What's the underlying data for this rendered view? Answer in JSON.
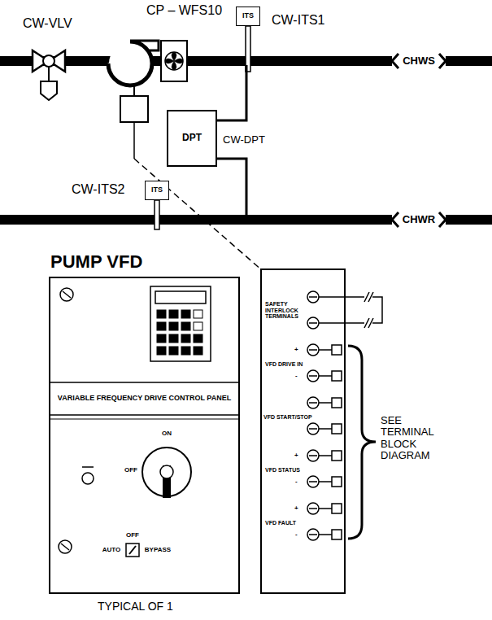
{
  "diagram": {
    "nodes": [
      {
        "text": [
          "ITS"
        ]
      },
      {
        "text": [
          "DPT"
        ]
      },
      {
        "text": [
          "ITS"
        ]
      },
      {
        "text": [
          "PUMP VFD",
          "VARIABLE FREQUENCY DRIVE CONTROL PANEL"
        ]
      },
      {
        "text": [
          "SAFETY INTERLOCK TERMINALS",
          "+",
          "VFD DRIVE IN",
          "-",
          "VFD START/STOP",
          "+",
          "VFD STATUS",
          "-",
          "+",
          "VFD FAULT",
          "-"
        ]
      }
    ],
    "labels": [
      "CW-VLV",
      "CP – WFS10",
      "CW-ITS1",
      "CHWS",
      "CW-DPT",
      "CW-ITS2",
      "CHWR",
      "ON",
      "OFF",
      "AUTO",
      "OFF",
      "BYPASS",
      "SEE TERMINAL BLOCK DIAGRAM",
      "TYPICAL OF 1"
    ]
  }
}
